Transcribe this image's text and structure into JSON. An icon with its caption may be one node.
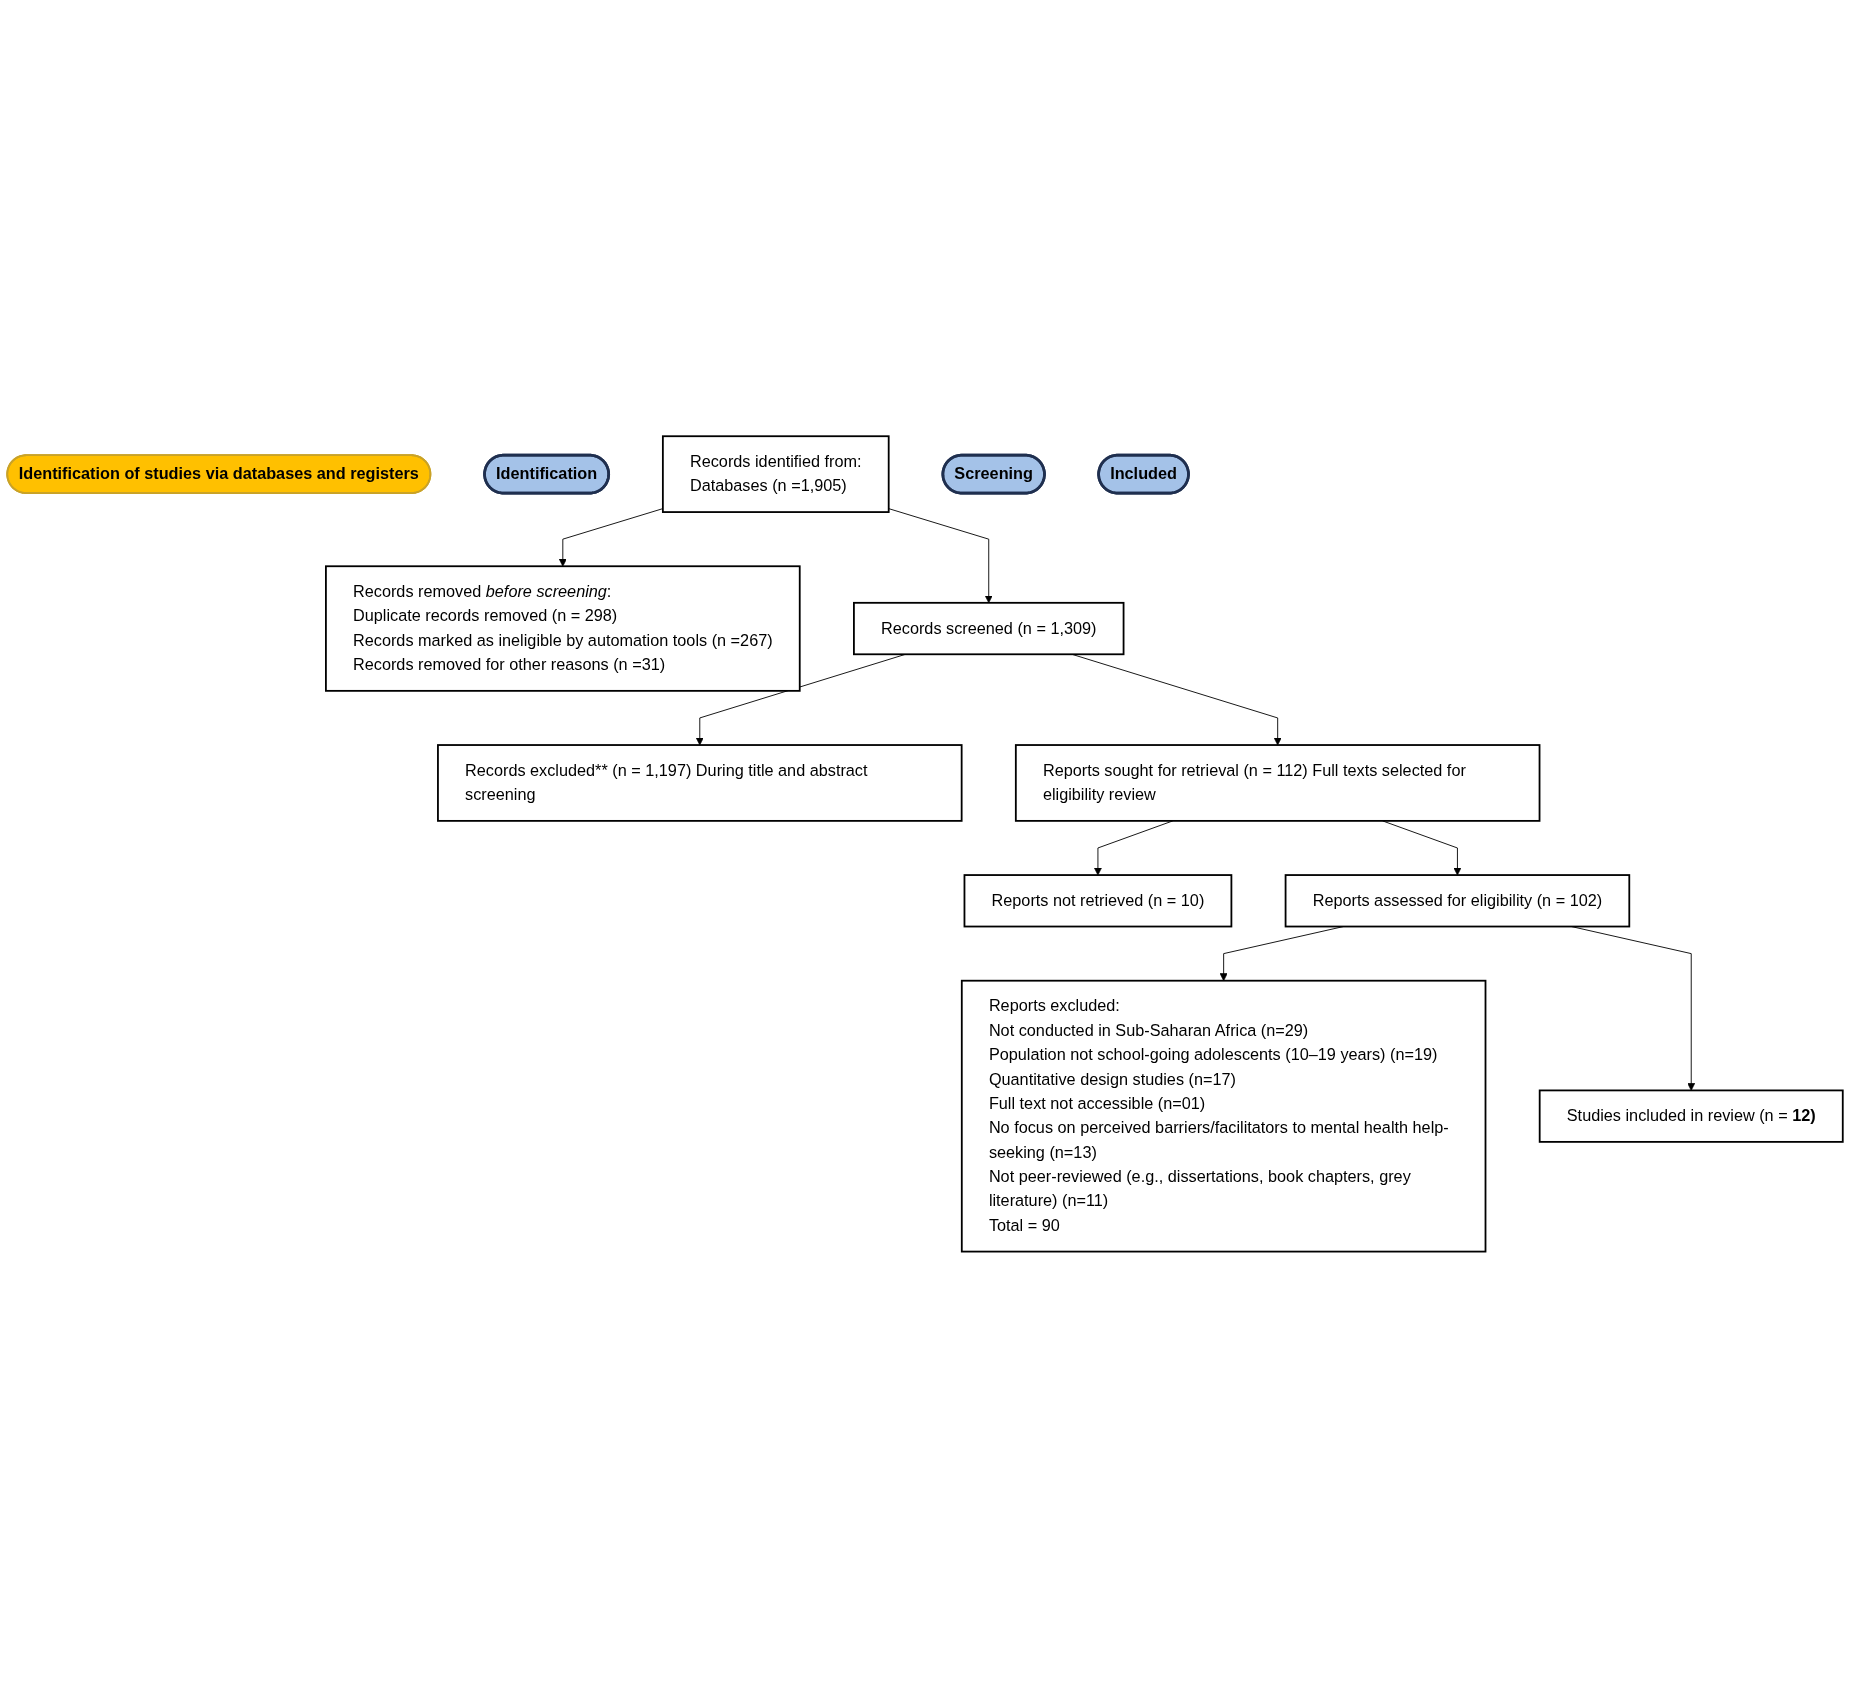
{
  "diagram": {
    "nodes": [
      {
        "text": [
          "Identification of studies via databases and registers"
        ]
      },
      {
        "text": [
          "Identification"
        ]
      },
      {
        "text": [
          "Records identified from:",
          "Databases (n =1,905)"
        ]
      },
      {
        "text": [
          "Records removed *before screening*:",
          "Duplicate records removed (n = 298)",
          "Records marked as ineligible by automation tools (n =267)",
          "Records removed for other reasons (n =31)"
        ]
      },
      {
        "text": [
          "Screening"
        ]
      },
      {
        "text": [
          "Records screened (n = 1,309)"
        ]
      },
      {
        "text": [
          "Records excluded** (n = 1,197) During title and abstract screening"
        ]
      },
      {
        "text": [
          "Reports sought for retrieval (n = 112) Full texts selected for eligibility review"
        ]
      },
      {
        "text": [
          "Reports not retrieved (n = 10)"
        ]
      },
      {
        "text": [
          "Reports assessed for eligibility (n = 102)"
        ]
      },
      {
        "text": [
          "Reports excluded:",
          "Not conducted in Sub-Saharan Africa (n=29)",
          "Population not school-going adolescents (10–19 years) (n=19)",
          "Quantitative design studies (n=17)",
          "Full text not accessible (n=01)",
          "No focus on perceived barriers/facilitators to mental health help-seeking (n=13)",
          "Not peer-reviewed (e.g., dissertations, book chapters, grey literature) (n=11)",
          "Total = 90"
        ]
      },
      {
        "text": [
          "Included"
        ]
      },
      {
        "text": [
          "Studies included in review (n = **12)**"
        ]
      }
    ],
    "edges": [
      {
        "from": 2,
        "to": 3,
        "arrow": "to"
      },
      {
        "from": 2,
        "to": 5,
        "arrow": "to"
      },
      {
        "from": 5,
        "to": 6,
        "arrow": "to"
      },
      {
        "from": 5,
        "to": 7,
        "arrow": "to"
      },
      {
        "from": 7,
        "to": 8,
        "arrow": "to"
      },
      {
        "from": 7,
        "to": 9,
        "arrow": "to"
      },
      {
        "from": 9,
        "to": 10,
        "arrow": "to"
      },
      {
        "from": 9,
        "to": 12,
        "arrow": "to"
      }
    ]
  }
}
